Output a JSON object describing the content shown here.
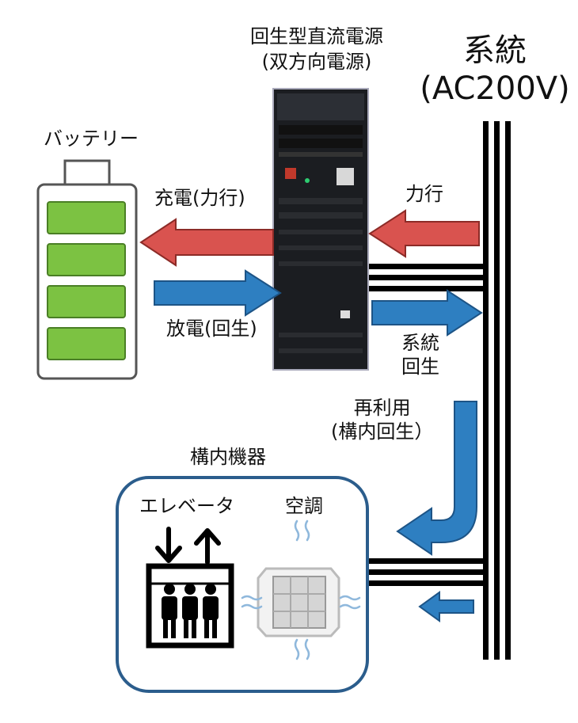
{
  "power_supply": {
    "title_line1": "回生型直流電源",
    "title_line2": "(双方向電源)"
  },
  "grid": {
    "title": "系統",
    "voltage": "(AC200V)"
  },
  "battery": {
    "label": "バッテリー",
    "cells": 4
  },
  "flows": {
    "charge": "充電(力行)",
    "discharge": "放電(回生)",
    "powering": "力行",
    "grid_regen_line1": "系統",
    "grid_regen_line2": "回生",
    "reuse_line1": "再利用",
    "reuse_line2": "(構内回生）"
  },
  "facility": {
    "title": "構内機器",
    "elevator": "エレベータ",
    "aircon": "空調"
  },
  "colors": {
    "red_arrow": "#d9534f",
    "blue_arrow": "#2e7fc1",
    "battery_cell": "#7cc242",
    "facility_border": "#2b5d8c"
  }
}
